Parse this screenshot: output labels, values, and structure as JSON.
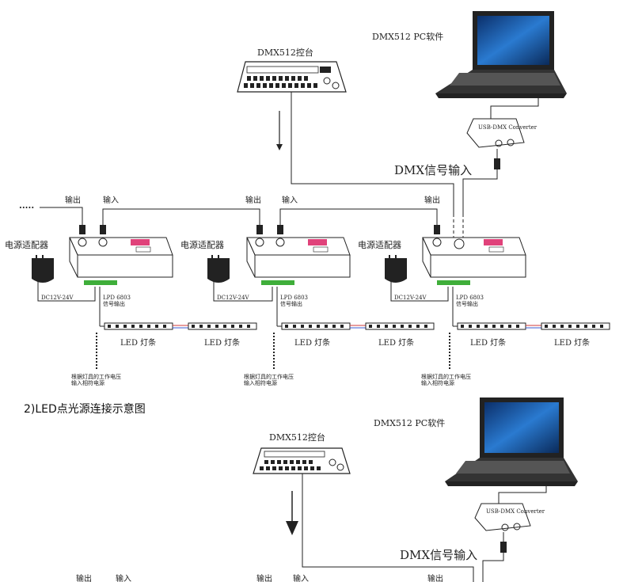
{
  "top": {
    "console_label": "DMX512控台",
    "pc_label": "DMX512 PC软件",
    "converter_label": "USB-DMX Converter",
    "dmx_input_label": "DMX信号输入",
    "ellipsis": "·····",
    "units": [
      {
        "power_label": "电源适配器",
        "out_label": "输出",
        "in_label": "输入",
        "dc_label": "DC12V-24V",
        "signal_label_1": "LPD 6803",
        "signal_label_2": "信号输出",
        "strip_labels": [
          "LED 灯条",
          "LED 灯条"
        ],
        "note_1": "根据灯具的工作电压",
        "note_2": "输入相符电源"
      },
      {
        "power_label": "电源适配器",
        "out_label": "输出",
        "in_label": "输入",
        "dc_label": "DC12V-24V",
        "signal_label_1": "LPD 6803",
        "signal_label_2": "信号输出",
        "strip_labels": [
          "LED 灯条",
          "LED 灯条"
        ],
        "note_1": "根据灯具的工作电压",
        "note_2": "输入相符电源"
      },
      {
        "power_label": "电源适配器",
        "out_label": "输出",
        "in_label": "",
        "dc_label": "DC12V-24V",
        "signal_label_1": "LPD 6803",
        "signal_label_2": "信号输出",
        "strip_labels": [
          "LED 灯条",
          "LED 灯条"
        ],
        "note_1": "根据灯具的工作电压",
        "note_2": "输入相符电源"
      }
    ]
  },
  "section_title": "2)LED点光源连接示意图",
  "bottom": {
    "console_label": "DMX512控台",
    "pc_label": "DMX512 PC软件",
    "converter_label": "USB-DMX Converter",
    "dmx_input_label": "DMX信号输入",
    "bottom_labels": [
      "输出",
      "输入",
      "输出",
      "输入",
      "输出"
    ]
  },
  "colors": {
    "line": "#222222",
    "accent_pink": "#e0427a",
    "strip_red": "#d23a3a",
    "strip_blue": "#3a5ad2",
    "led_green": "#3fae3a",
    "screen_blue": "#1b5fb5"
  }
}
